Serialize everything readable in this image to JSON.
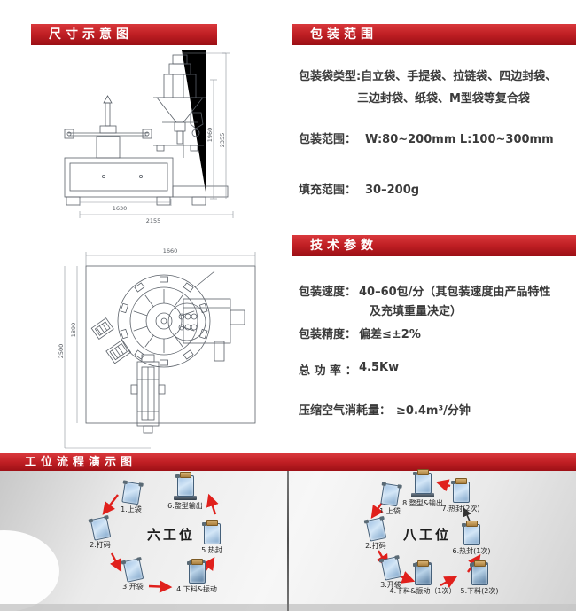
{
  "colors": {
    "banner_red": "#c01f24",
    "arrow_red": "#e0201c",
    "panel_gray": "#ededed",
    "text": "#3a3a3a"
  },
  "sections": {
    "size_diagram": {
      "title": "尺寸示意图"
    },
    "packing_scope": {
      "title": "包装范围",
      "bag_types_line1": "包装袋类型:自立袋、手提袋、拉链袋、四边封袋、",
      "bag_types_line2": "三边封袋、纸袋、M型袋等复合袋",
      "packing_range_label": "包装范围：",
      "packing_range_value": "W:80~200mm  L:100~300mm",
      "filling_range_label": "填充范围：",
      "filling_range_value": "30–200g"
    },
    "tech_params": {
      "title": "技术参数",
      "speed_label": "包装速度：",
      "speed_value_line1": "40–60包/分（其包装速度由产品特性",
      "speed_value_line2": "及充填重量决定）",
      "precision_label": "包装精度：",
      "precision_value": "偏差≤±2%",
      "power_label": "总 功 率 ：",
      "power_value": "4.5Kw",
      "air_label": "压缩空气消耗量：",
      "air_value": "≥0.4m³/分钟"
    },
    "flow": {
      "title": "工位流程演示图",
      "six": {
        "center_label": "六工位",
        "stations": [
          {
            "label": "1.上袋"
          },
          {
            "label": "2.打码"
          },
          {
            "label": "3.开袋"
          },
          {
            "label": "4.下料&振动"
          },
          {
            "label": "5.热封"
          },
          {
            "label": "6.整型输出"
          }
        ]
      },
      "eight": {
        "center_label": "八工位",
        "stations": [
          {
            "label": "1.上袋"
          },
          {
            "label": "2.打码"
          },
          {
            "label": "3.开袋"
          },
          {
            "label": "4.下料&振动（1次）"
          },
          {
            "label": "5.下料(2次)"
          },
          {
            "label": "6.热封(1次)"
          },
          {
            "label": "7.热封(2次)"
          },
          {
            "label": "8.整型&输出"
          }
        ]
      }
    }
  },
  "drawings": {
    "side_view": {
      "dim_base_width": "1630",
      "dim_total_width": "2155",
      "dim_height_inner": "1960",
      "dim_height_total": "2355"
    },
    "top_view": {
      "dim_width": "1660",
      "dim_depth_inner": "1890",
      "dim_depth_total": "2500"
    }
  }
}
